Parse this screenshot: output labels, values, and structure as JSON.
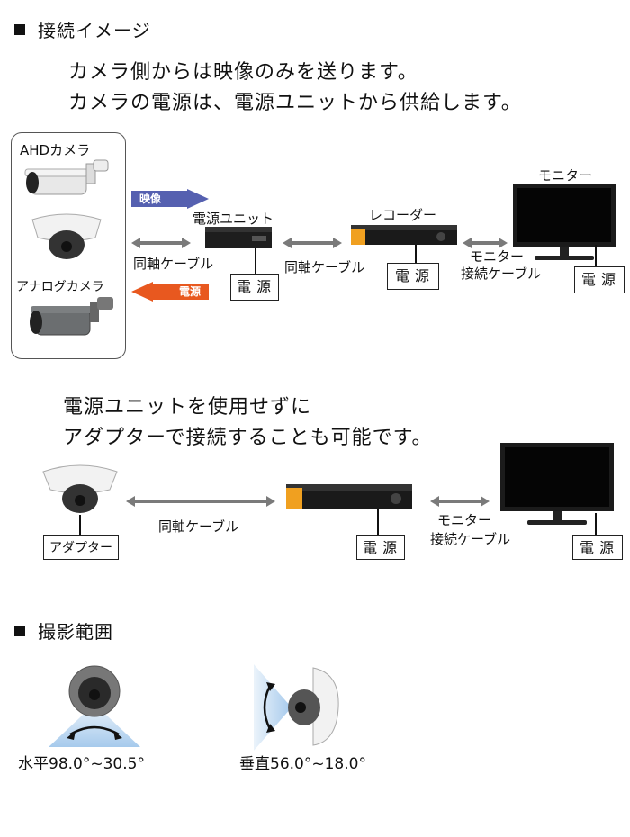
{
  "section1": {
    "title": "接続イメージ",
    "lead_line1": "カメラ側からは映像のみを送ります。",
    "lead_line2": "カメラの電源は、電源ユニットから供給します。",
    "ahd_camera_label": "AHDカメラ",
    "analog_camera_label": "アナログカメラ",
    "video_tag": "映像",
    "power_tag": "電源",
    "power_unit_label": "電源ユニット",
    "coax_cable_label": "同軸ケーブル",
    "coax_cable_label_2": "同軸ケーブル",
    "recorder_label": "レコーダー",
    "monitor_label": "モニター",
    "monitor_cable_line1": "モニター",
    "monitor_cable_line2": "接続ケーブル",
    "power_box_1": "電源",
    "power_box_2": "電源",
    "power_box_3": "電源"
  },
  "section2": {
    "lead_line1": "電源ユニットを使用せずに",
    "lead_line2": "アダプターで接続することも可能です。",
    "adapter_label": "アダプター",
    "coax_cable_label": "同軸ケーブル",
    "monitor_cable_line1": "モニター",
    "monitor_cable_line2": "接続ケーブル",
    "power_box_1": "電源",
    "power_box_2": "電源"
  },
  "section3": {
    "title": "撮影範囲",
    "horizontal_caption": "水平98.0°~30.5°",
    "vertical_caption": "垂直56.0°~18.0°"
  },
  "colors": {
    "video_tag": "#5560b0",
    "power_tag": "#e8581f",
    "arrow_gray": "#7a7a7a",
    "dvr_orange": "#f0a020",
    "range_blue": "#9cc4ea"
  }
}
